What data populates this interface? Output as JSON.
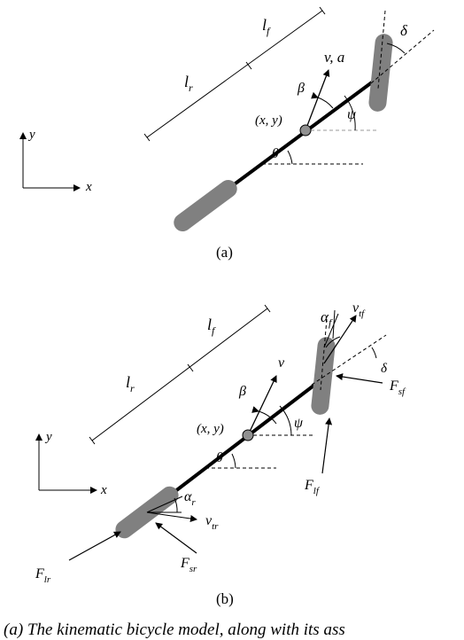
{
  "panel_a": {
    "label": "(a)",
    "lf": "l",
    "lf_sub": "f",
    "lr": "l",
    "lr_sub": "r",
    "velocity": "v, a",
    "beta": "β",
    "psi": "ψ",
    "delta": "δ",
    "position": "(x, y)",
    "theta": "θ",
    "axis_y": "y",
    "axis_x": "x"
  },
  "panel_b": {
    "label": "(b)",
    "lf": "l",
    "lf_sub": "f",
    "lr": "l",
    "lr_sub": "r",
    "velocity": "v",
    "beta": "β",
    "psi": "ψ",
    "delta": "δ",
    "alpha_f": "α",
    "alpha_f_sub": "f",
    "v_tf": "v",
    "v_tf_sub": "tf",
    "F_sf": "F",
    "F_sf_sub": "sf",
    "F_lf": "F",
    "F_lf_sub": "lf",
    "position": "(x, y)",
    "theta": "θ",
    "alpha_r": "α",
    "alpha_r_sub": "r",
    "v_tr": "v",
    "v_tr_sub": "tr",
    "F_lr": "F",
    "F_lr_sub": "lr",
    "F_sr": "F",
    "F_sr_sub": "sr",
    "axis_y": "y",
    "axis_x": "x"
  },
  "caption": "(a) The kinematic bicycle model, along with its ass"
}
